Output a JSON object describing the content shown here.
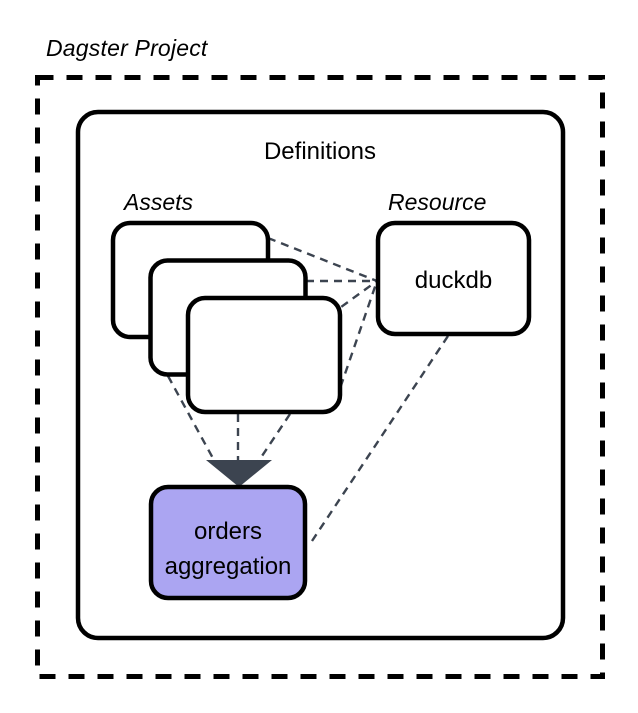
{
  "diagram": {
    "title": "Dagster Project",
    "container": {
      "label": "Definitions",
      "style": "dashed-outer-border"
    },
    "sections": [
      {
        "label": "Assets"
      },
      {
        "label": "Resource"
      }
    ],
    "nodes": {
      "assets_stack": {
        "name": "assets-card-stack",
        "card_count": 3,
        "label": ""
      },
      "resource": {
        "name": "duckdb",
        "label": "duckdb"
      },
      "output_asset": {
        "name": "orders-aggregation",
        "label_line_1": "orders",
        "label_line_2": "aggregation"
      }
    },
    "edges": [
      {
        "from": "asset-card-1",
        "to": "duckdb",
        "style": "dashed"
      },
      {
        "from": "asset-card-2",
        "to": "duckdb",
        "style": "dashed"
      },
      {
        "from": "asset-card-3",
        "to": "duckdb",
        "style": "dashed"
      },
      {
        "from": "asset-card-2",
        "to": "orders-aggregation",
        "style": "dashed-arrow"
      },
      {
        "from": "asset-card-3",
        "to": "orders-aggregation",
        "style": "dashed-arrow"
      },
      {
        "from": "asset-card-3-right",
        "to": "orders-aggregation",
        "style": "dashed-arrow"
      },
      {
        "from": "duckdb",
        "to": "orders-aggregation",
        "style": "dashed"
      }
    ],
    "colors": {
      "node_purple": "#ABA5F2",
      "stroke_black": "#000000",
      "edge_slate": "#3C4450",
      "background": "#FFFFFF"
    }
  }
}
